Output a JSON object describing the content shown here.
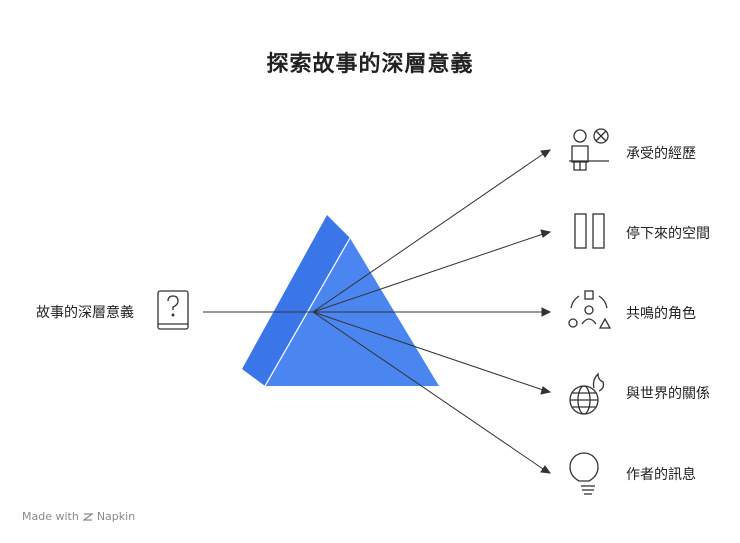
{
  "title": "探索故事的深層意義",
  "input_label": "故事的深層意義",
  "outputs": [
    {
      "label": "承受的經歷",
      "icon": "person-with-x-icon"
    },
    {
      "label": "停下來的空間",
      "icon": "pause-icon"
    },
    {
      "label": "共鳴的角色",
      "icon": "people-shapes-icon"
    },
    {
      "label": "與世界的關係",
      "icon": "globe-fire-icon"
    },
    {
      "label": "作者的訊息",
      "icon": "lightbulb-icon"
    }
  ],
  "footer": {
    "made_with": "Made with",
    "brand": "Napkin"
  },
  "colors": {
    "prism": "#4b86f0",
    "prism_dark": "#3a6fd6",
    "line": "#333333"
  }
}
